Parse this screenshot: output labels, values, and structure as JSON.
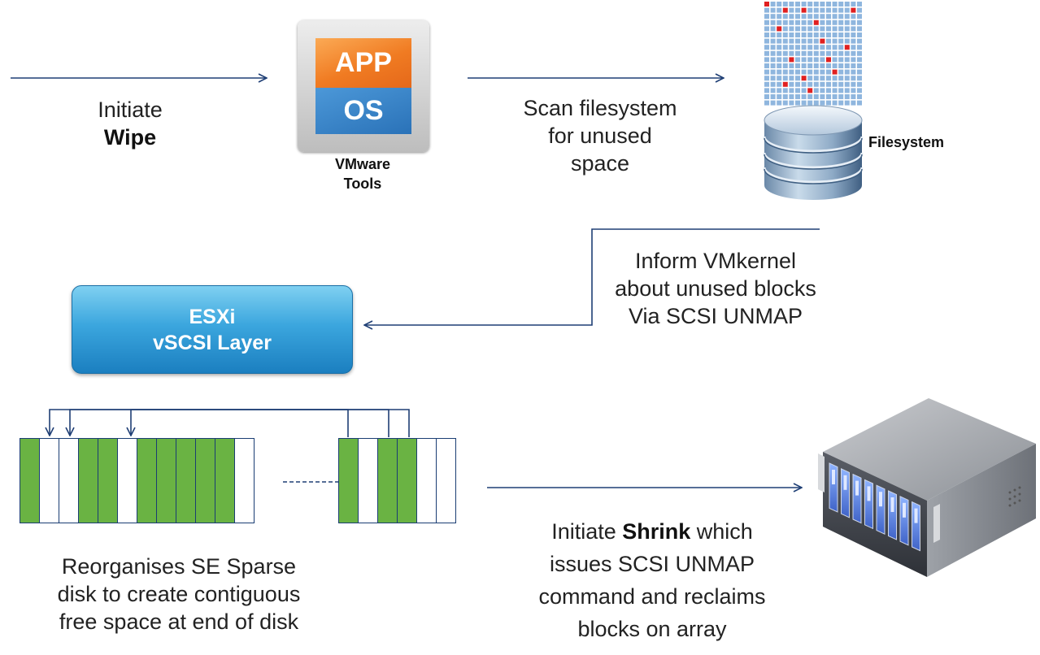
{
  "step_initiate_wipe": {
    "line1": "Initiate",
    "bold": "Wipe"
  },
  "vmware_app": {
    "top_label": "APP",
    "bottom_label": "OS",
    "caption": [
      "VMware",
      "Tools"
    ]
  },
  "step_scan": {
    "lines": [
      "Scan filesystem",
      "for unused",
      "space"
    ]
  },
  "filesystem": {
    "label": "Filesystem"
  },
  "step_inform": {
    "lines": [
      "Inform VMkernel",
      "about unused blocks",
      "Via SCSI UNMAP"
    ]
  },
  "esxi": {
    "line1": "ESXi",
    "line2": "vSCSI Layer"
  },
  "disk": {
    "left_blocks": [
      "used",
      "free",
      "free",
      "used",
      "used",
      "free",
      "used",
      "used",
      "used",
      "used",
      "used",
      "free"
    ],
    "right_blocks": [
      "used",
      "free",
      "used",
      "used",
      "free",
      "free"
    ]
  },
  "step_reorganise": {
    "lines": [
      "Reorganises SE Sparse",
      "disk to create contiguous",
      "free space at end of disk"
    ]
  },
  "step_shrink": {
    "pre": "Initiate ",
    "bold": "Shrink",
    "post": " which",
    "lines": [
      "issues SCSI UNMAP",
      "command and reclaims",
      "blocks on array"
    ]
  },
  "colors": {
    "arrow": "#1f3f75",
    "used_block": "#6ab343",
    "esxi_blue": "#2a8fd0",
    "app_orange": "#f07b22",
    "os_blue": "#2a72b8",
    "grid_red": "#e02020",
    "grid_blue": "#8fb6de"
  },
  "icons": {
    "app": "vmware-app-icon",
    "filesystem": "database-grid-icon",
    "array": "storage-server-icon"
  }
}
